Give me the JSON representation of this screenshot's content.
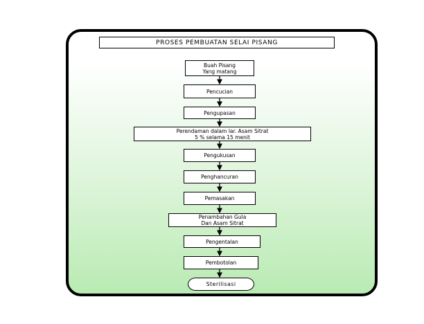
{
  "diagram": {
    "title": "PROSES PEMBUATAN SELAI PISANG",
    "steps": [
      {
        "lines": [
          "Buah Pisang",
          "Yang matang"
        ]
      },
      {
        "lines": [
          "Pencucian"
        ]
      },
      {
        "lines": [
          "Pengupasan"
        ]
      },
      {
        "lines": [
          "Perendaman dalam lar. Asam Sitrat",
          "5 % selama 15 menit"
        ]
      },
      {
        "lines": [
          "Pengukusan"
        ]
      },
      {
        "lines": [
          "Penghancuran"
        ]
      },
      {
        "lines": [
          "Pemasakan"
        ]
      },
      {
        "lines": [
          "Penambahan Gula",
          "Dan Asam Sitrat"
        ]
      },
      {
        "lines": [
          "Pengentalan"
        ]
      },
      {
        "lines": [
          "Pembotolan"
        ]
      },
      {
        "lines": [
          "Sterilisasi"
        ]
      }
    ]
  }
}
